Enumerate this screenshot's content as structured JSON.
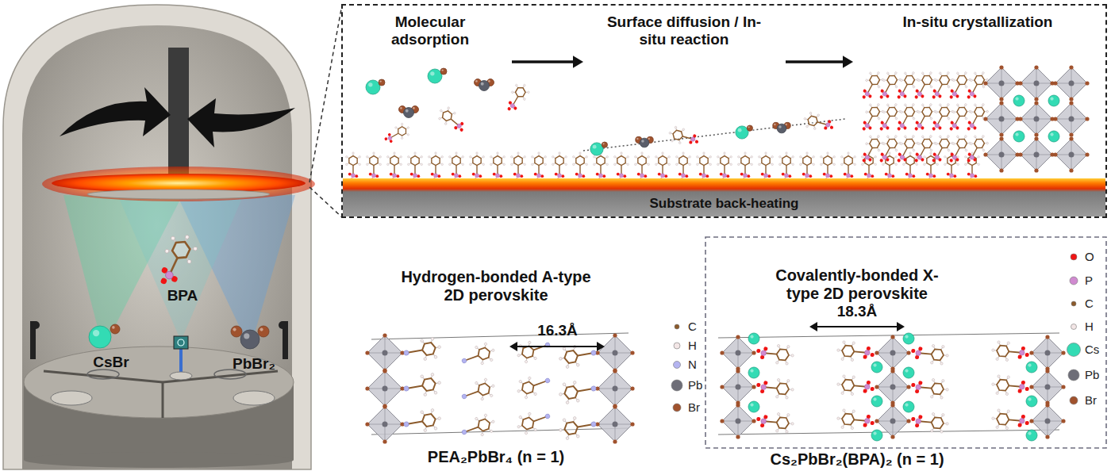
{
  "diagram": {
    "nodes": [
      {
        "text": [
          "Molecular adsorption",
          "Surface diffusion / In-situ reaction",
          "In-situ crystallization"
        ]
      },
      {
        "text": [
          "Substrate back-heating"
        ],
        "in": 0
      },
      {
        "text": [
          "Covalently-bonded X-type 2D perovskite",
          "18.3Å",
          "Cs₂PbBr₂(BPA)₂ (n = 1)"
        ]
      }
    ],
    "labels": [
      "BPA",
      "CsBr",
      "PbBr₂",
      "Hydrogen-bonded A-type 2D perovskite",
      "16.3Å",
      "PEA₂PbBr₄ (n = 1)"
    ],
    "legend": [
      {
        "text": "C",
        "color": "#8b5a2b"
      },
      {
        "text": "H",
        "color": "#f3e6e6"
      },
      {
        "text": "N",
        "color": "#b4b4f0"
      },
      {
        "text": "Pb",
        "color": "#6e6e78"
      },
      {
        "text": "Br",
        "color": "#a0522d"
      },
      {
        "text": "O",
        "color": "#f01414"
      },
      {
        "text": "P",
        "color": "#d08ad0"
      },
      {
        "text": "C",
        "color": "#8b5a2b"
      },
      {
        "text": "H",
        "color": "#f3e6e6"
      },
      {
        "text": "Cs",
        "color": "#33dbb4"
      },
      {
        "text": "Pb",
        "color": "#6e6e78"
      },
      {
        "text": "Br",
        "color": "#a0522d"
      }
    ]
  }
}
